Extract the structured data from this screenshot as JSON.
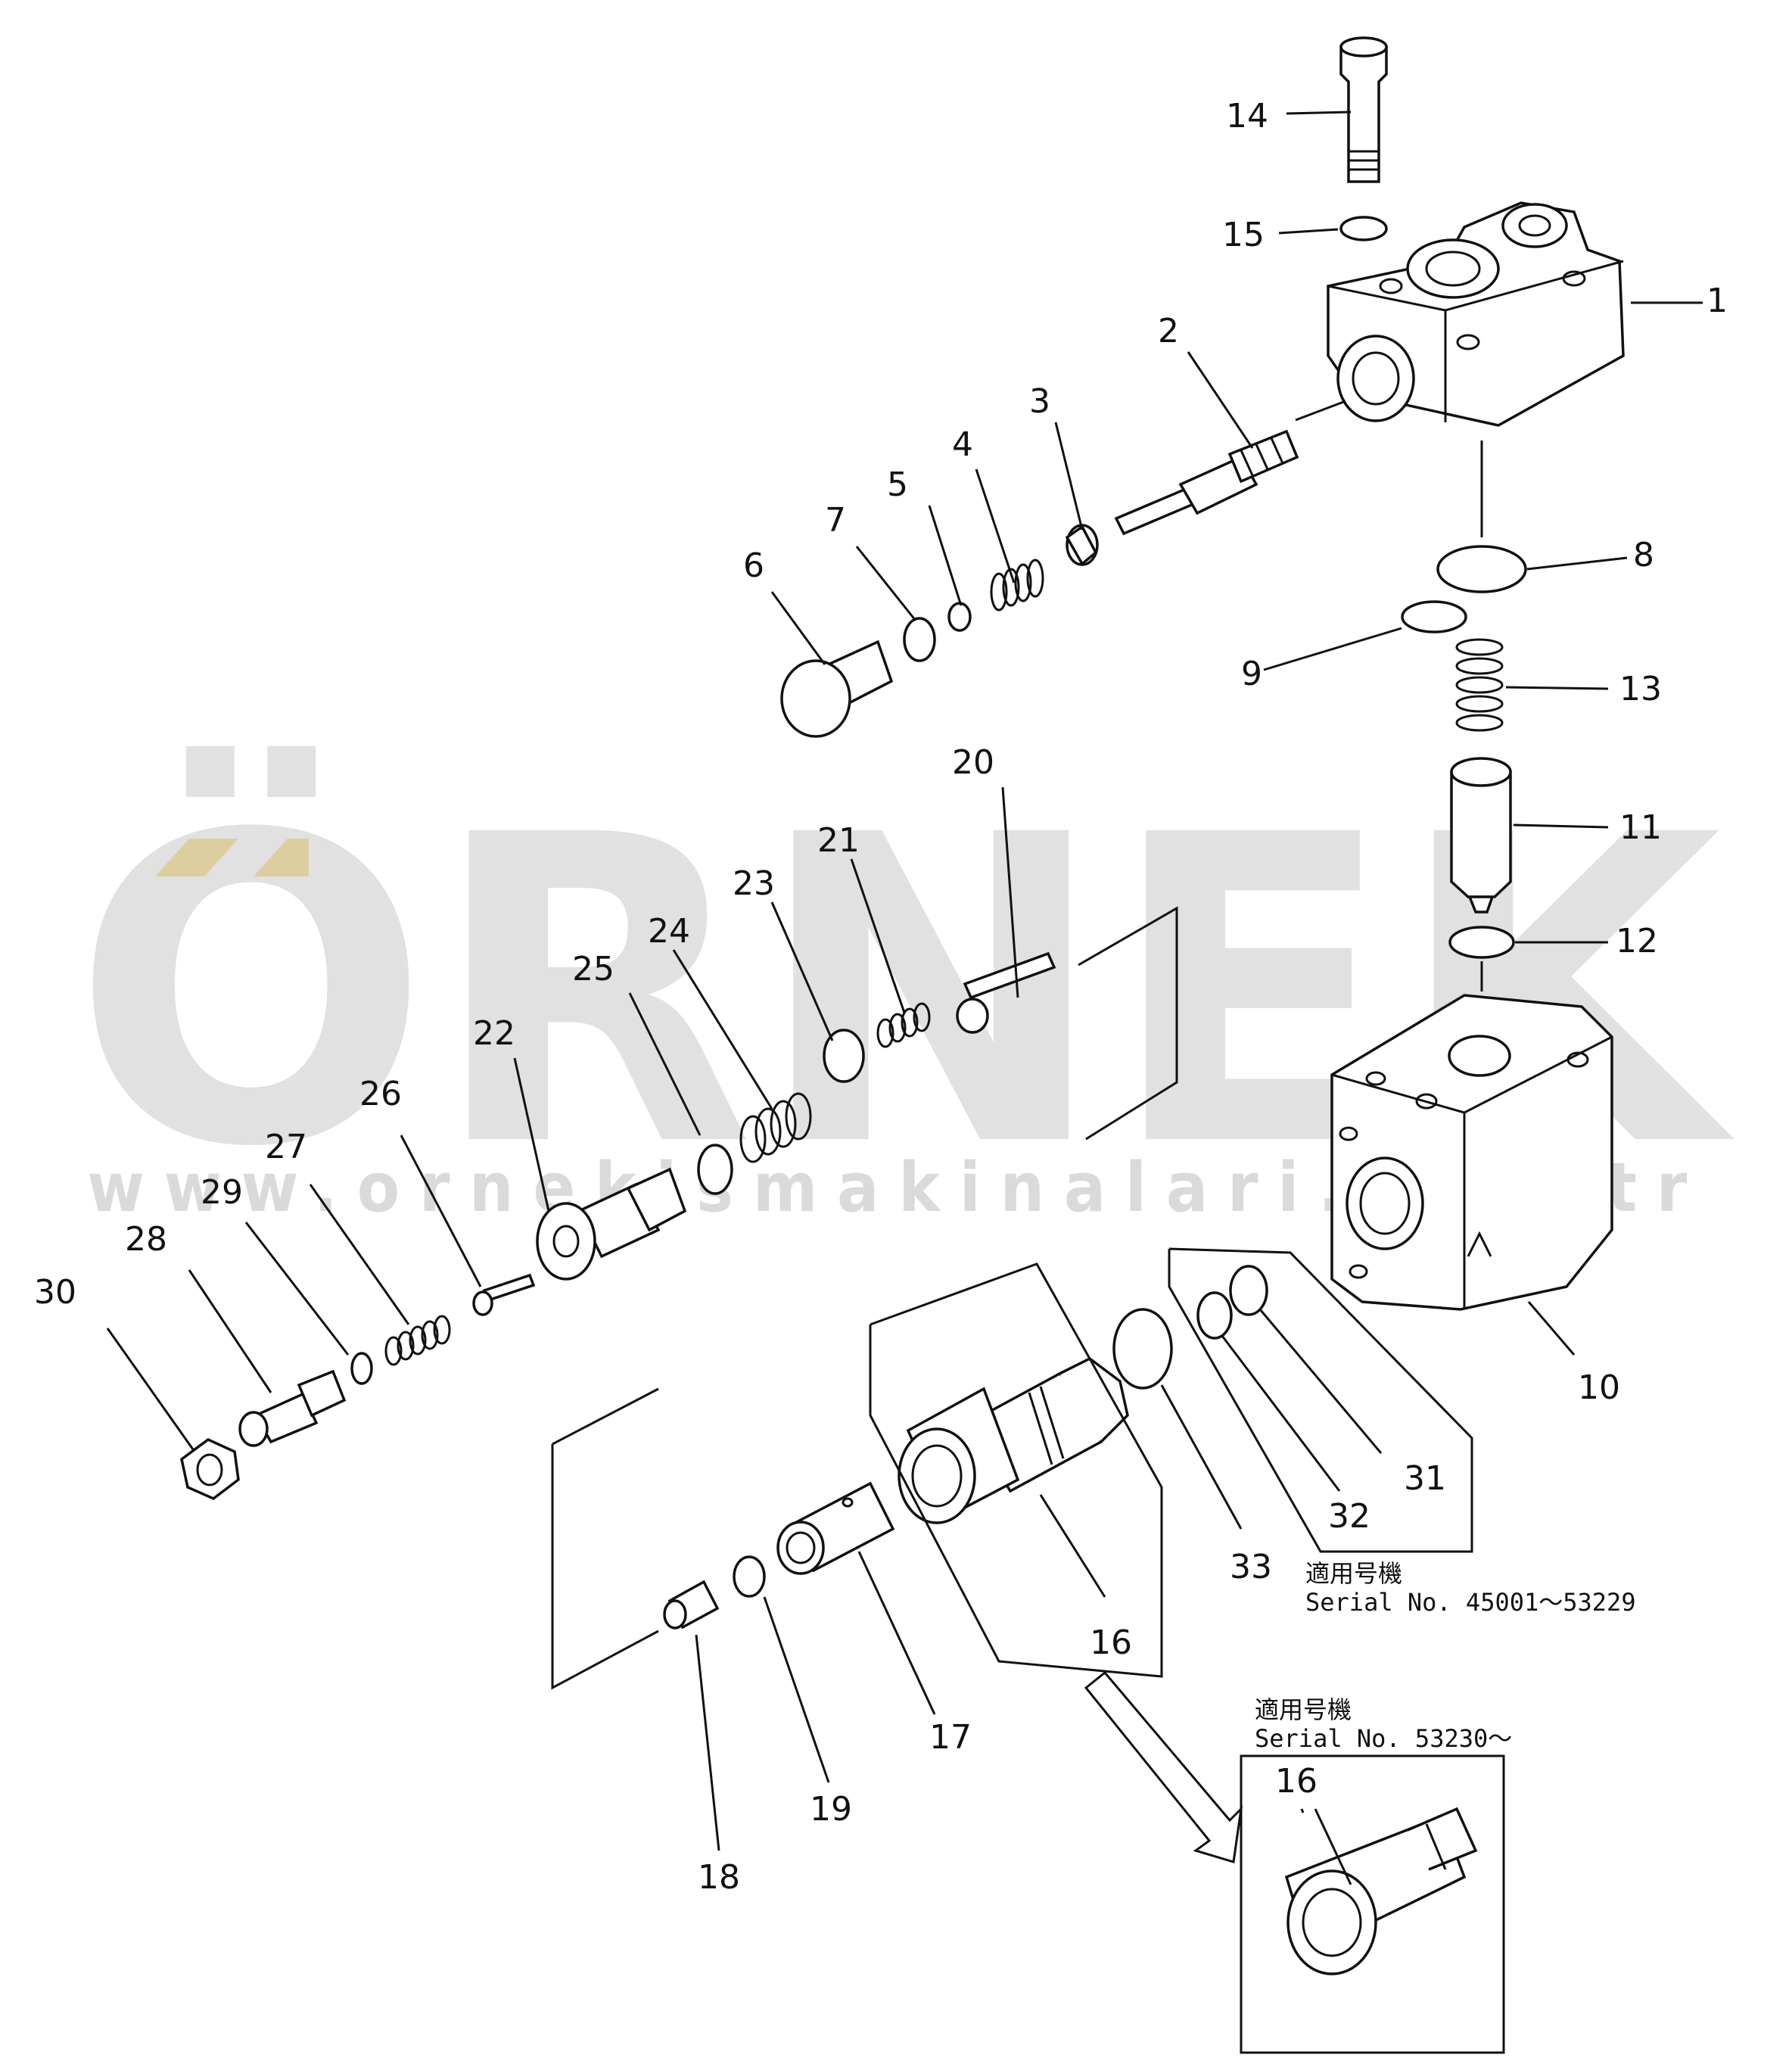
{
  "watermark": {
    "brand": "ÖRNEK",
    "url": "www.ornekismakinalari.com.tr",
    "accent_color": "#f5d56a"
  },
  "callouts": [
    {
      "id": "1",
      "text": "1"
    },
    {
      "id": "2",
      "text": "2"
    },
    {
      "id": "3",
      "text": "3"
    },
    {
      "id": "4",
      "text": "4"
    },
    {
      "id": "5",
      "text": "5"
    },
    {
      "id": "6",
      "text": "6"
    },
    {
      "id": "7",
      "text": "7"
    },
    {
      "id": "8",
      "text": "8"
    },
    {
      "id": "9",
      "text": "9"
    },
    {
      "id": "10",
      "text": "10"
    },
    {
      "id": "11",
      "text": "11"
    },
    {
      "id": "12",
      "text": "12"
    },
    {
      "id": "13",
      "text": "13"
    },
    {
      "id": "14",
      "text": "14"
    },
    {
      "id": "15",
      "text": "15"
    },
    {
      "id": "16",
      "text": "16"
    },
    {
      "id": "17",
      "text": "17"
    },
    {
      "id": "18",
      "text": "18"
    },
    {
      "id": "19",
      "text": "19"
    },
    {
      "id": "20",
      "text": "20"
    },
    {
      "id": "21",
      "text": "21"
    },
    {
      "id": "22",
      "text": "22"
    },
    {
      "id": "23",
      "text": "23"
    },
    {
      "id": "24",
      "text": "24"
    },
    {
      "id": "25",
      "text": "25"
    },
    {
      "id": "26",
      "text": "26"
    },
    {
      "id": "27",
      "text": "27"
    },
    {
      "id": "28",
      "text": "28"
    },
    {
      "id": "29",
      "text": "29"
    },
    {
      "id": "30",
      "text": "30"
    },
    {
      "id": "31",
      "text": "31"
    },
    {
      "id": "32",
      "text": "32"
    },
    {
      "id": "33",
      "text": "33"
    },
    {
      "id": "16b",
      "text": "16"
    }
  ],
  "notes": {
    "applicable_a_jp": "適用号機",
    "applicable_a_serial": "Serial  No.  45001～53229",
    "applicable_b_jp": "適用号機",
    "applicable_b_serial": "Serial  No.  53230～"
  }
}
